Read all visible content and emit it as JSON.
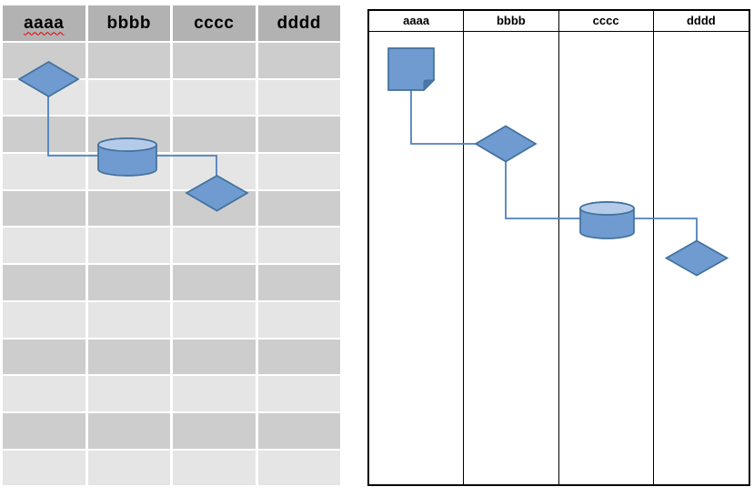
{
  "colors": {
    "canvas_bg": "#ffffff",
    "left_header_bg": "#b2b2b2",
    "left_row_dark": "#cdcdcd",
    "left_row_light": "#e5e5e5",
    "right_border": "#000000",
    "header_text": "#000000",
    "shape_fill": "#6f9bd1",
    "shape_border": "#41719c",
    "cylinder_top_fill": "#b6cbe9",
    "connector": "#4f81bd",
    "card_fold": "#4a78ab",
    "misspelling_underline": "#e00000"
  },
  "left_table": {
    "columns": [
      "aaaa",
      "bbbb",
      "cccc",
      "dddd"
    ],
    "row_count": 12,
    "misspelled_column": "aaaa"
  },
  "right_panel": {
    "columns": [
      "aaaa",
      "bbbb",
      "cccc",
      "dddd"
    ]
  },
  "diagram": {
    "left": {
      "nodes": [
        {
          "id": "L1",
          "shape": "diamond",
          "lane": "aaaa"
        },
        {
          "id": "L2",
          "shape": "cylinder",
          "lane": "bbbb"
        },
        {
          "id": "L3",
          "shape": "diamond",
          "lane": "cccc"
        }
      ],
      "edges": [
        [
          "L1",
          "L2"
        ],
        [
          "L2",
          "L3"
        ]
      ]
    },
    "right": {
      "nodes": [
        {
          "id": "R1",
          "shape": "folded-card",
          "lane": "aaaa"
        },
        {
          "id": "R2",
          "shape": "diamond",
          "lane": "bbbb"
        },
        {
          "id": "R3",
          "shape": "cylinder",
          "lane": "cccc"
        },
        {
          "id": "R4",
          "shape": "diamond",
          "lane": "dddd"
        }
      ],
      "edges": [
        [
          "R1",
          "R2"
        ],
        [
          "R2",
          "R3"
        ],
        [
          "R3",
          "R4"
        ]
      ]
    }
  }
}
